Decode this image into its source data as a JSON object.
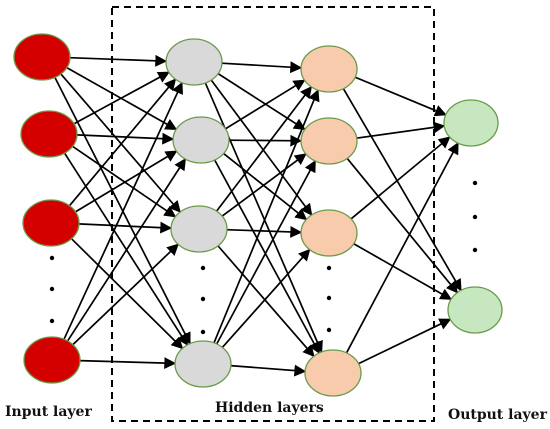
{
  "labels": {
    "input_layer": "Input layer",
    "hidden_layers": "Hidden layers",
    "output_layer": "Output layer"
  },
  "colors": {
    "input_fill": "#d40000",
    "input_stroke": "#5a8a3a",
    "hidden1_fill": "#d9d9d9",
    "hidden2_fill": "#f8cbad",
    "output_fill": "#c6e7c0",
    "node_stroke": "#6a9a4a",
    "arrow": "#000000",
    "dashed_box": "#000000"
  },
  "layers": [
    {
      "name": "input",
      "visible_nodes": 4,
      "ellipsis_dots": 3
    },
    {
      "name": "hidden-1",
      "visible_nodes": 4,
      "ellipsis_dots": 3
    },
    {
      "name": "hidden-2",
      "visible_nodes": 4,
      "ellipsis_dots": 3
    },
    {
      "name": "output",
      "visible_nodes": 2,
      "ellipsis_dots": 3
    }
  ],
  "connectivity": "fully-connected-arrows"
}
